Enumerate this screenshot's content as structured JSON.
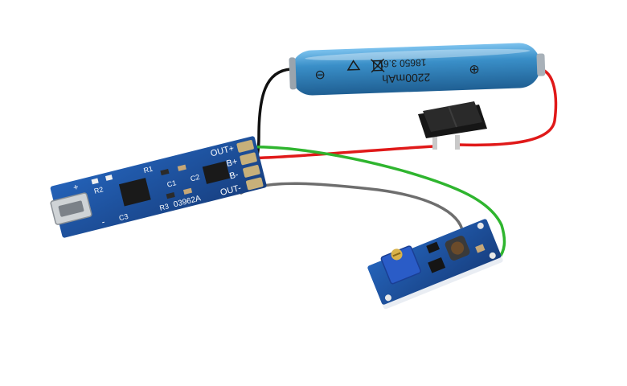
{
  "battery": {
    "terminal_negative": "⊖",
    "terminal_positive": "⊕",
    "capacity": "2200mAh",
    "model": "18650 3.6V"
  },
  "charger_board": {
    "labels": {
      "out_plus": "OUT+",
      "b_plus": "B+",
      "b_minus": "B-",
      "out_minus": "OUT-",
      "board_code": "03962A",
      "r1": "R1",
      "r2": "R2",
      "r3": "R3",
      "c1": "C1",
      "c2": "C2",
      "c3": "C3",
      "plus": "+",
      "minus": "-"
    }
  },
  "colors": {
    "battery_blue": "#3a8fc8",
    "pcb_blue": "#1d4f9a",
    "wire_red": "#e01919",
    "wire_black": "#111111",
    "wire_green": "#2fb52f",
    "wire_gray": "#6e6e6e",
    "trimmer_blue": "#2a5cc7"
  }
}
